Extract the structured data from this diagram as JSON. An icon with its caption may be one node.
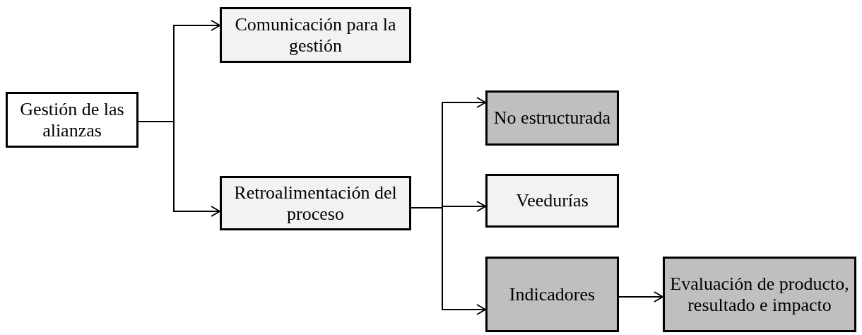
{
  "diagram": {
    "nodes": [
      {
        "text": [
          "Gestión de las alianzas"
        ]
      },
      {
        "text": [
          "Comunicación para la gestión"
        ]
      },
      {
        "text": [
          "Retroalimentación del proceso"
        ]
      },
      {
        "text": [
          "No estructurada"
        ]
      },
      {
        "text": [
          "Veedurías"
        ]
      },
      {
        "text": [
          "Indicadores"
        ]
      },
      {
        "text": [
          "Evaluación de producto, resultado e impacto"
        ]
      }
    ],
    "edges": [
      {
        "from": 0,
        "to": 1,
        "arrow": "to"
      },
      {
        "from": 0,
        "to": 2,
        "arrow": "to"
      },
      {
        "from": 2,
        "to": 3,
        "arrow": "to"
      },
      {
        "from": 2,
        "to": 4,
        "arrow": "to"
      },
      {
        "from": 2,
        "to": 5,
        "arrow": "to"
      },
      {
        "from": 5,
        "to": 6,
        "arrow": "to"
      }
    ]
  }
}
